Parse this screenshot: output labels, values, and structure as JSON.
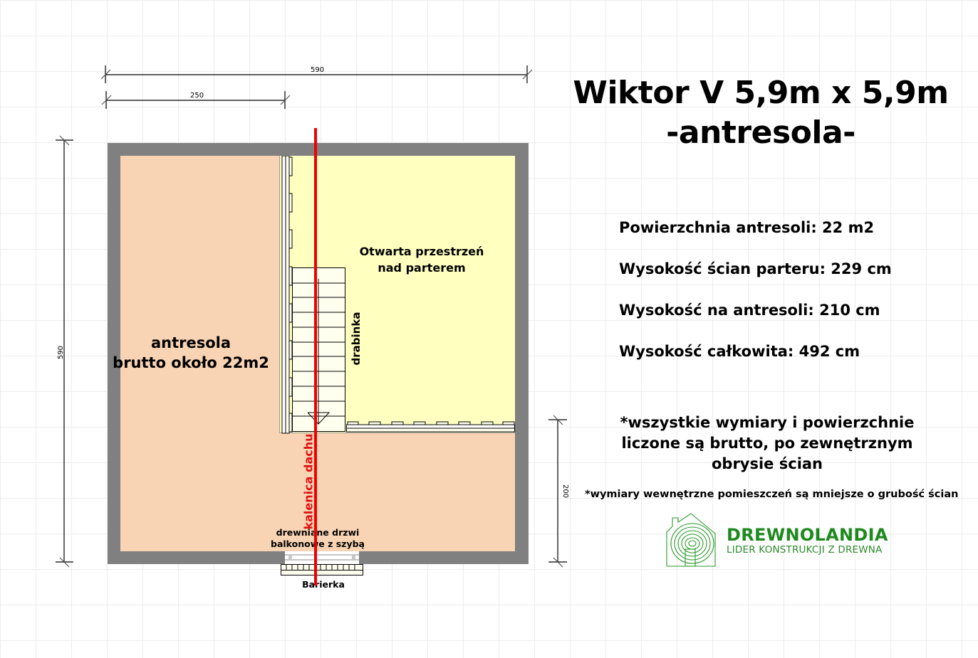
{
  "title": {
    "line1": "Wiktor V 5,9m x 5,9m",
    "line2": "-antresola-"
  },
  "specs": [
    {
      "label": "Powierzchnia antresoli:  22 m2"
    },
    {
      "label": "Wysokość ścian parteru: 229 cm"
    },
    {
      "label": "Wysokość na antresoli: 210 cm"
    },
    {
      "label": "Wysokość całkowita: 492 cm"
    }
  ],
  "notes": {
    "main_line1": "*wszystkie wymiary i powierzchnie",
    "main_line2": "liczone są brutto, po zewnętrznym",
    "main_line3": "obrysie ścian",
    "small": "*wymiary wewnętrzne pomieszczeń są mniejsze o grubość ścian"
  },
  "logo": {
    "name": "DREWNOLANDIA",
    "tagline": "LIDER KONSTRUKCJI Z DREWNA",
    "color": "#1e8a1e",
    "icon": "wood-house-icon"
  },
  "dimensions": {
    "top_total": "590",
    "top_partial": "250",
    "left_total": "590",
    "right_partial": "200"
  },
  "plan": {
    "antresola_line1": "antresola",
    "antresola_line2": "brutto około 22m2",
    "open_space_line1": "Otwarta przestrzeń",
    "open_space_line2": "nad parterem",
    "ladder": "drabinka",
    "ridge": "kalenica dachu",
    "door_line1": "drewniane drzwi",
    "door_line2": "balkonowe z szybą",
    "railing": "Barierka"
  },
  "colors": {
    "wall": "#808080",
    "antresola_fill": "#f9d4b4",
    "open_space_fill": "#ffffc0",
    "ridge_line": "#ee0000",
    "ridge_text": "#e01010",
    "grid": "#ececec"
  }
}
